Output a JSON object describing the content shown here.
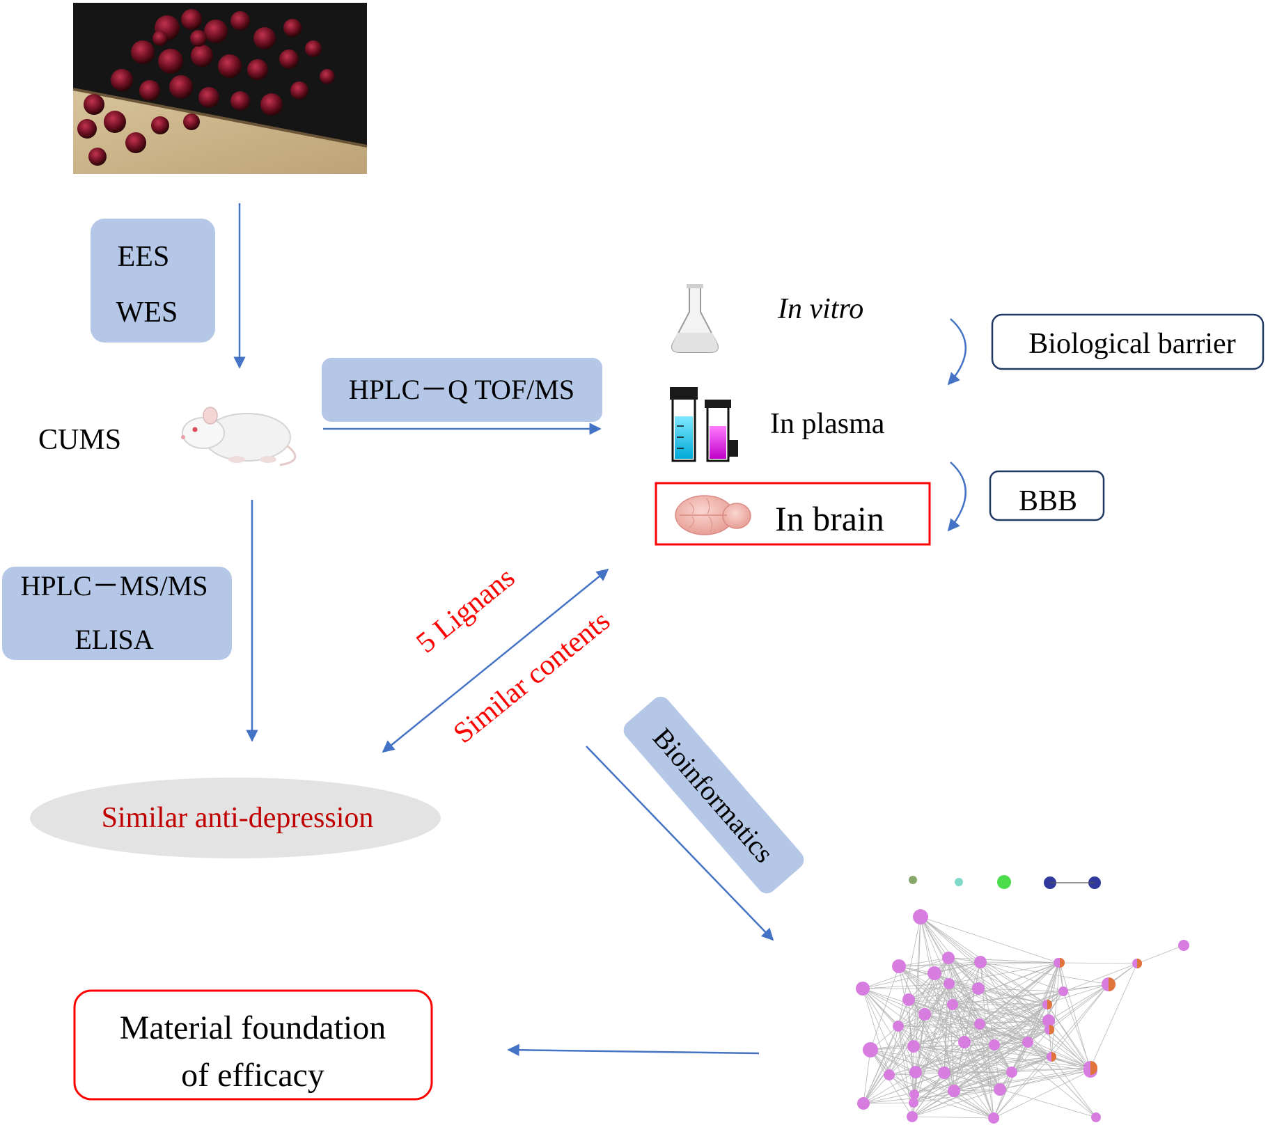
{
  "boxes": {
    "extracts": {
      "line1": "EES",
      "line2": "WES"
    },
    "hplc_qtof": "HPLC－Q TOF/MS",
    "assays": {
      "line1": "HPLC－MS/MS",
      "line2": "ELISA"
    },
    "bioinformatics": "Bioinformatics",
    "biological_barrier": "Biological barrier",
    "bbb": "BBB",
    "in_brain": "In brain",
    "material_foundation": {
      "line1": "Material foundation",
      "line2": "of efficacy"
    }
  },
  "labels": {
    "cums": "CUMS",
    "in_vitro": "In vitro",
    "in_plasma": "In plasma",
    "lignans": "5 Lignans",
    "similar_contents": "Similar contents",
    "similar_antidepression": "Similar anti-depression"
  },
  "colors": {
    "arrow": "#4472c4",
    "box_fill": "#b4c7e7",
    "red": "#ff0000",
    "dark_red": "#c00000",
    "navy_border": "#1f3864",
    "ellipse_fill": "#e3e3e3",
    "network_node": "#d77de0",
    "network_hub": "#e0743c"
  }
}
